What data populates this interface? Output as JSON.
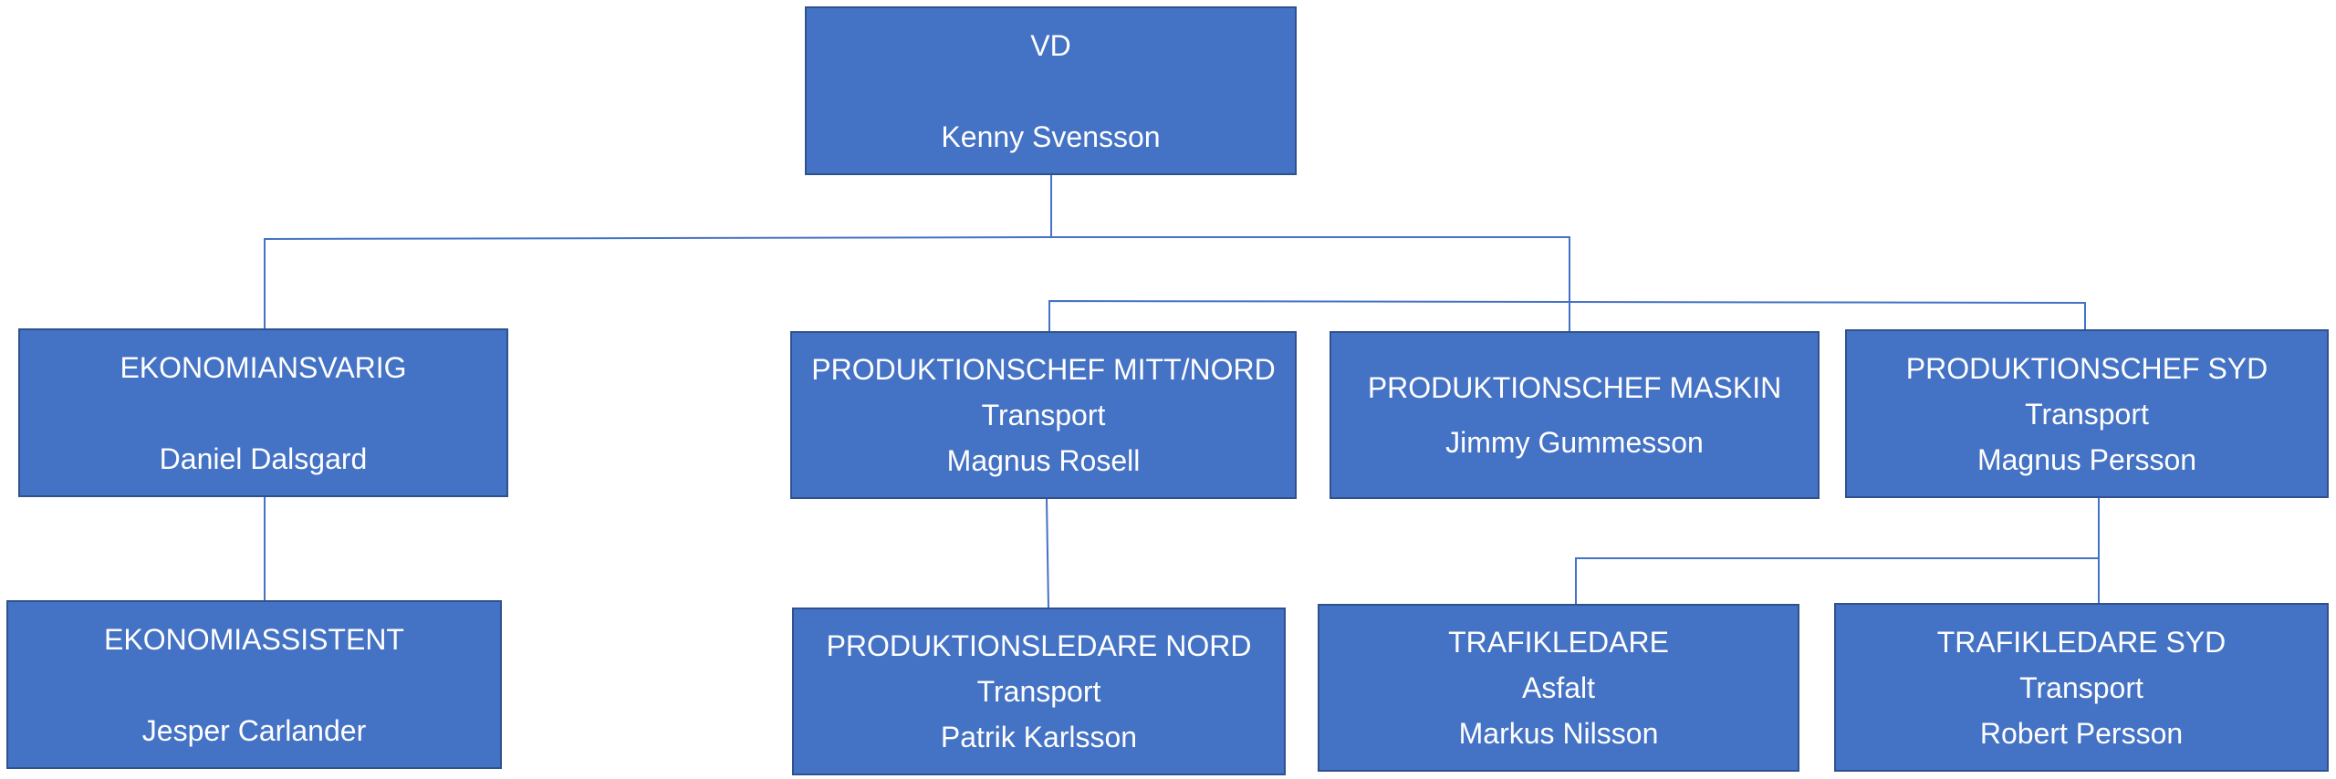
{
  "org_chart": {
    "nodes": [
      {
        "id": "vd",
        "title": "VD",
        "subtitle": "",
        "name": "Kenny Svensson"
      },
      {
        "id": "ekonomiansvarig",
        "title": "EKONOMIANSVARIG",
        "subtitle": "",
        "name": "Daniel Dalsgard"
      },
      {
        "id": "ekonomiassistent",
        "title": "EKONOMIASSISTENT",
        "subtitle": "",
        "name": "Jesper Carlander"
      },
      {
        "id": "produktionschef-mitt-nord",
        "title": "PRODUKTIONSCHEF MITT/NORD",
        "subtitle": "Transport",
        "name": "Magnus Rosell"
      },
      {
        "id": "produktionschef-maskin",
        "title": "PRODUKTIONSCHEF MASKIN",
        "subtitle": "",
        "name": "Jimmy Gummesson"
      },
      {
        "id": "produktionschef-syd",
        "title": "PRODUKTIONSCHEF SYD",
        "subtitle": "Transport",
        "name": "Magnus Persson"
      },
      {
        "id": "produktionsledare-nord",
        "title": "PRODUKTIONSLEDARE NORD",
        "subtitle": "Transport",
        "name": "Patrik Karlsson"
      },
      {
        "id": "trafikledare",
        "title": "TRAFIKLEDARE",
        "subtitle": "Asfalt",
        "name": "Markus Nilsson"
      },
      {
        "id": "trafikledare-syd",
        "title": "TRAFIKLEDARE SYD",
        "subtitle": "Transport",
        "name": "Robert Persson"
      }
    ],
    "colors": {
      "box_fill": "#4472C4",
      "box_border": "#2F528F",
      "text": "#FFFFFF",
      "connector": "#4472C4"
    }
  }
}
